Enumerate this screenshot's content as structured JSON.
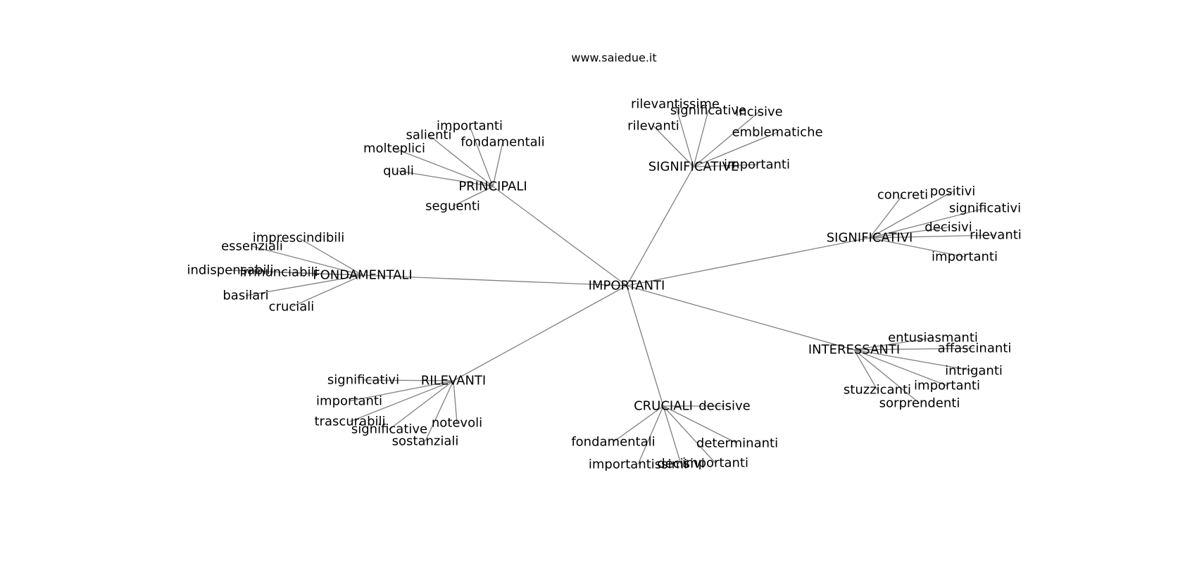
{
  "title": "www.saiedue.it",
  "edge_color": "#808080",
  "root": "IMPORTANTI",
  "groups": [
    {
      "hub": "PRINCIPALI",
      "leaves": [
        "importanti",
        "salienti",
        "fondamentali",
        "molteplici",
        "quali",
        "seguenti"
      ]
    },
    {
      "hub": "SIGNIFICATIVE",
      "leaves": [
        "rilevantissime",
        "significative",
        "incisive",
        "rilevanti",
        "emblematiche",
        "importanti"
      ]
    },
    {
      "hub": "SIGNIFICATIVI",
      "leaves": [
        "concreti",
        "positivi",
        "significativi",
        "decisivi",
        "rilevanti",
        "importanti"
      ]
    },
    {
      "hub": "FONDAMENTALI",
      "leaves": [
        "imprescindibili",
        "essenziali",
        "indispensabili",
        "irrinunciabili",
        "basilari",
        "cruciali"
      ]
    },
    {
      "hub": "INTERESSANTI",
      "leaves": [
        "entusiasmanti",
        "affascinanti",
        "intriganti",
        "importanti",
        "stuzzicanti",
        "sorprendenti"
      ]
    },
    {
      "hub": "RILEVANTI",
      "leaves": [
        "significativi",
        "importanti",
        "trascurabili",
        "notevoli",
        "significative",
        "sostanziali"
      ]
    },
    {
      "hub": "CRUCIALI",
      "leaves": [
        "decisive",
        "fondamentali",
        "determinanti",
        "importantissimi",
        "decisivi",
        "importanti"
      ]
    }
  ]
}
